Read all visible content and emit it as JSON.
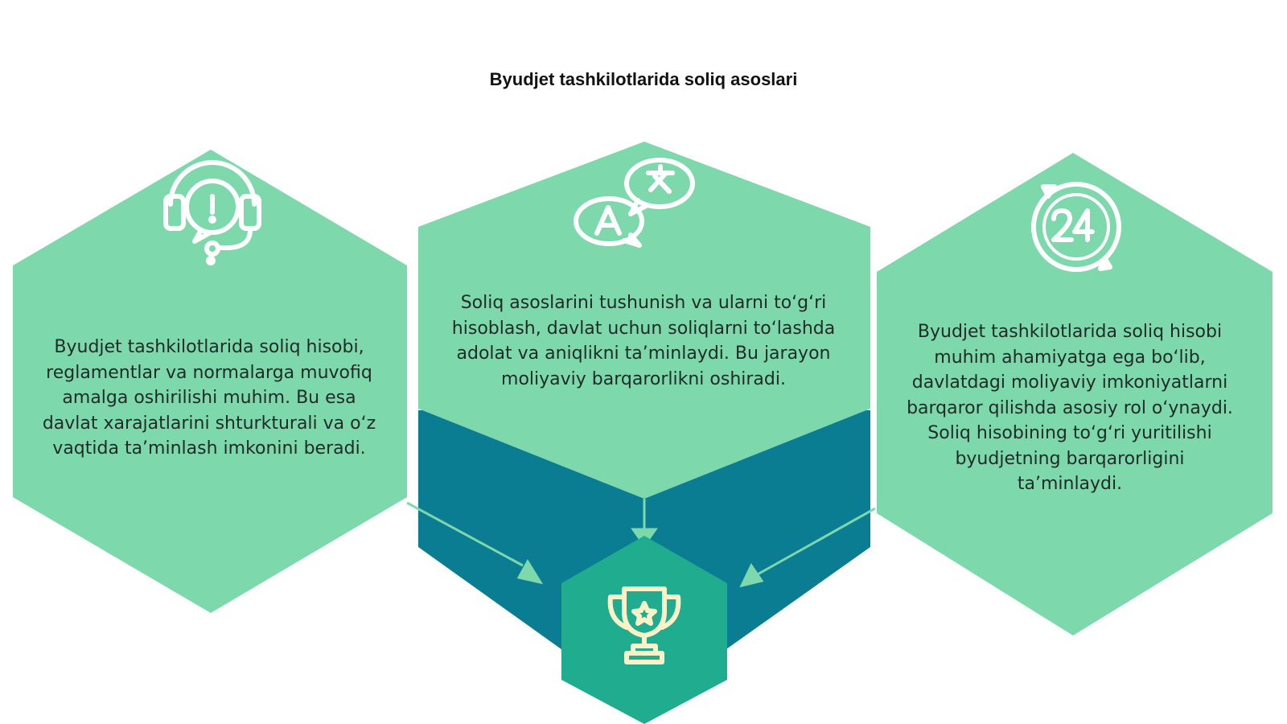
{
  "title": "Byudjet tashkilotlarida soliq asoslari",
  "colors": {
    "hex_fill": "#7dd8ab",
    "dark_band": "#0b7d93",
    "trophy_hex": "#1fac8f",
    "icon_stroke": "#ffffff",
    "trophy_stroke": "#fdf2c7",
    "text": "#1f2b28"
  },
  "icons": {
    "left": "headset-support-icon",
    "center": "translate-chat-icon",
    "right": "24-hours-icon",
    "bottom": "trophy-icon"
  },
  "blocks": {
    "left": {
      "lines": [
        "Byudjet tashkilotlarida soliq hisobi,",
        "reglamentlar va normalarga muvofiq",
        "amalga oshirilishi muhim. Bu esa",
        "davlat xarajatlarini shturkturali va o‘z",
        "vaqtida ta’minlash imkonini beradi."
      ]
    },
    "center": {
      "lines": [
        "Soliq asoslarini tushunish va ularni to‘g‘ri",
        "hisoblash, davlat uchun soliqlarni to‘lashda",
        "adolat va aniqlikni ta’minlaydi. Bu jarayon",
        "moliyaviy barqarorlikni oshiradi."
      ]
    },
    "right": {
      "lines": [
        "Byudjet tashkilotlarida soliq hisobi",
        "muhim ahamiyatga ega bo‘lib,",
        "davlatdagi moliyaviy imkoniyatlarni",
        "barqaror qilishda asosiy rol o‘ynaydi.",
        "Soliq hisobining to‘g‘ri yuritilishi",
        "byudjetning barqarorligini",
        "ta’minlaydi."
      ]
    }
  }
}
